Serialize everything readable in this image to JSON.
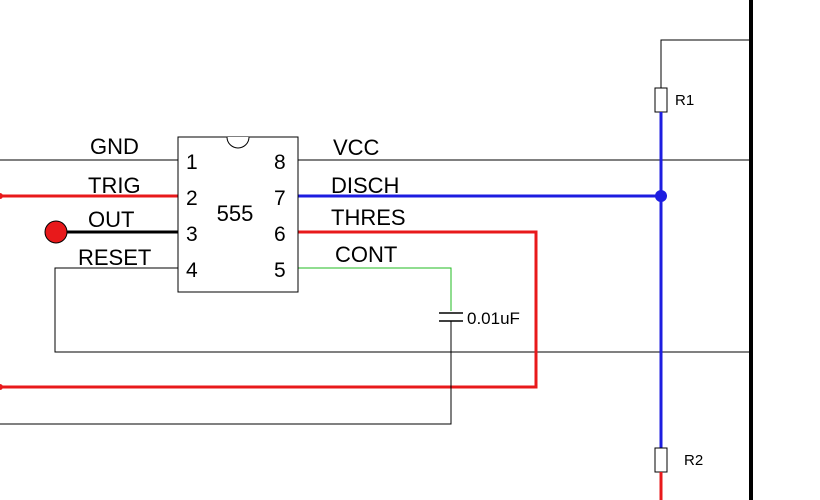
{
  "chip": {
    "name": "555",
    "pins": [
      {
        "number": "1",
        "label": "GND"
      },
      {
        "number": "2",
        "label": "TRIG"
      },
      {
        "number": "3",
        "label": "OUT"
      },
      {
        "number": "4",
        "label": "RESET"
      },
      {
        "number": "5",
        "label": "CONT"
      },
      {
        "number": "6",
        "label": "THRES"
      },
      {
        "number": "7",
        "label": "DISCH"
      },
      {
        "number": "8",
        "label": "VCC"
      }
    ]
  },
  "components": {
    "r1": "R1",
    "r2": "R2",
    "capacitor": "0.01uF"
  },
  "colors": {
    "ground_wire": "#000000",
    "trig_wire": "#e8191b",
    "out_wire": "#000000",
    "out_node": "#e8191b",
    "disch_wire": "#1d1de0",
    "thres_wire": "#e8191b",
    "cont_wire": "#22bb22",
    "outline": "#000000"
  }
}
